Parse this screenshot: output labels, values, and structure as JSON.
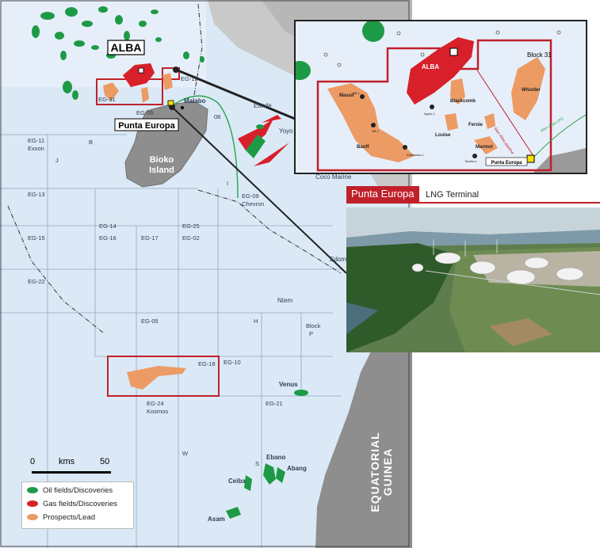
{
  "colors": {
    "oil": "#1e9a47",
    "gas": "#d8202a",
    "prospect": "#ec9b65",
    "land": "#8e8e8e",
    "sea": "#dbe9f6",
    "block_outline": "#c0202a",
    "lng_line": "#2aa34f"
  },
  "map": {
    "alba": "ALBA",
    "punta_europa": "Punta Europa",
    "bioko": [
      "Bioko",
      "Island"
    ],
    "malabo": "Malabo",
    "etinde": "Etinde",
    "yoyo": "Yoyo",
    "ntem": "Ntem",
    "venus": "Venus",
    "ebano": "Ebano",
    "abang": "Abang",
    "ceiba": "Ceiba",
    "asam": "Asam",
    "country": "EQUATORIAL GUINEA",
    "blocks": {
      "eg12": "EG-12",
      "eg31": "EG-31",
      "eg05a": "EG-05",
      "b08": "08",
      "eg11": "EG-11",
      "exxon": "Exxon",
      "b": "B",
      "j": "J",
      "eg13": "EG-13",
      "i": "I",
      "eg09": "EG-09",
      "chevron": "Chevron",
      "eg14": "EG-14",
      "eg25": "EG-25",
      "eg15": "EG-15",
      "eg16": "EG-16",
      "eg17": "EG-17",
      "eg02": "EG-02",
      "eg22": "EG-22",
      "eg05b": "EG-05",
      "h": "H",
      "block": "Block",
      "p": "P",
      "eg18": "EG-18",
      "eg10": "EG-10",
      "eg24": "EG-24",
      "kosmos": "Kosmos",
      "eg21": "EG-21",
      "w": "W",
      "s": "S",
      "coco": "Coco Marine",
      "edom": "Edom"
    }
  },
  "inset": {
    "alba": "ALBA",
    "block31": "Block 31",
    "massif": "Massif",
    "blackcomb": "Blackcomb",
    "whistler": "Whistler",
    "louise": "Louise",
    "fernie": "Fernie",
    "banff": "Banff",
    "marmot": "Marmot",
    "punta_europa": "Punta Europa",
    "alen_alba_pipeline": "Alen-Alba pipeline",
    "alen_alba_lpg": "Alen-Alba LPG",
    "wells": {
      "w1": "SB-1",
      "w2": "SB-1",
      "w3": "Agulo-1",
      "w4": "Edelweiss-1",
      "w5": "Bonito-1"
    }
  },
  "photo": {
    "title_red": "Punta Europa",
    "title_rest": "LNG Terminal"
  },
  "legend": {
    "oil": "Oil fields/Discoveries",
    "gas": "Gas fields/Discoveries",
    "prospect": "Prospects/Lead"
  },
  "scale": {
    "zero": "0",
    "unit": "kms",
    "fifty": "50"
  }
}
